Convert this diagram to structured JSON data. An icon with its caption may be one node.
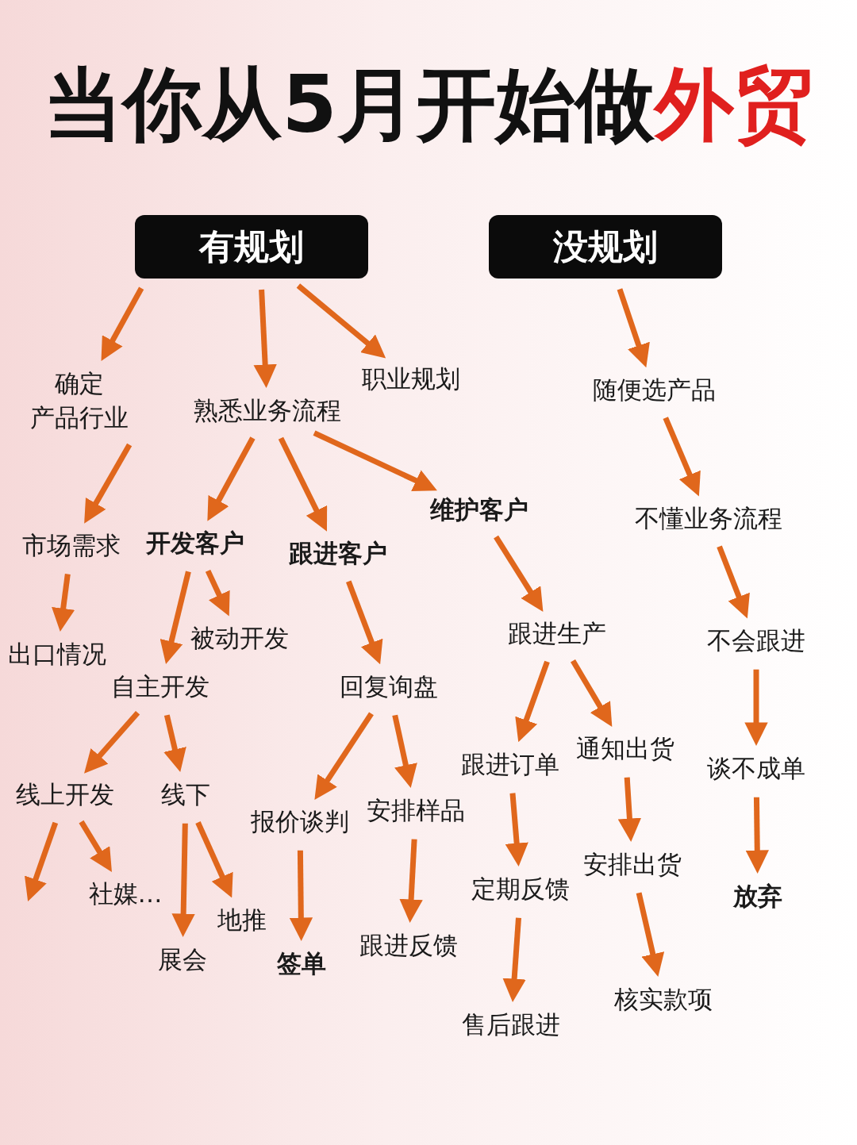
{
  "diagram": {
    "title": "当你从5月开始做外贸",
    "nodes": [
      {
        "text": [
          "有规划"
        ]
      },
      {
        "text": [
          "没规划"
        ]
      },
      {
        "text": [
          "确定产品行业"
        ]
      },
      {
        "text": [
          "熟悉业务流程"
        ]
      },
      {
        "text": [
          "职业规划"
        ]
      },
      {
        "text": [
          "随便选产品"
        ]
      },
      {
        "text": [
          "市场需求"
        ]
      },
      {
        "text": [
          "开发客户"
        ]
      },
      {
        "text": [
          "跟进客户"
        ]
      },
      {
        "text": [
          "维护客户"
        ]
      },
      {
        "text": [
          "不懂业务流程"
        ]
      },
      {
        "text": [
          "出口情况"
        ]
      },
      {
        "text": [
          "被动开发"
        ]
      },
      {
        "text": [
          "自主开发"
        ]
      },
      {
        "text": [
          "回复询盘"
        ]
      },
      {
        "text": [
          "跟进生产"
        ]
      },
      {
        "text": [
          "不会跟进"
        ]
      },
      {
        "text": [
          "线上开发"
        ]
      },
      {
        "text": [
          "线下"
        ]
      },
      {
        "text": [
          "报价谈判"
        ]
      },
      {
        "text": [
          "安排样品"
        ]
      },
      {
        "text": [
          "跟进订单"
        ]
      },
      {
        "text": [
          "通知出货"
        ]
      },
      {
        "text": [
          "谈不成单"
        ]
      },
      {
        "text": [
          "社媒…"
        ]
      },
      {
        "text": [
          "展会"
        ]
      },
      {
        "text": [
          "地推"
        ]
      },
      {
        "text": [
          "签单"
        ]
      },
      {
        "text": [
          "跟进反馈"
        ]
      },
      {
        "text": [
          "定期反馈"
        ]
      },
      {
        "text": [
          "安排出货"
        ]
      },
      {
        "text": [
          "放弃"
        ]
      },
      {
        "text": [
          "售后跟进"
        ]
      },
      {
        "text": [
          "核实款项"
        ]
      }
    ],
    "edges": [
      {
        "from": 0,
        "to": 2,
        "arrow": "to"
      },
      {
        "from": 0,
        "to": 3,
        "arrow": "to"
      },
      {
        "from": 0,
        "to": 4,
        "arrow": "to"
      },
      {
        "from": 1,
        "to": 5,
        "arrow": "to"
      },
      {
        "from": 2,
        "to": 6,
        "arrow": "to"
      },
      {
        "from": 3,
        "to": 7,
        "arrow": "to"
      },
      {
        "from": 3,
        "to": 8,
        "arrow": "to"
      },
      {
        "from": 3,
        "to": 9,
        "arrow": "to"
      },
      {
        "from": 5,
        "to": 10,
        "arrow": "to"
      },
      {
        "from": 6,
        "to": 11,
        "arrow": "to"
      },
      {
        "from": 7,
        "to": 13,
        "arrow": "to"
      },
      {
        "from": 7,
        "to": 12,
        "arrow": "to"
      },
      {
        "from": 8,
        "to": 14,
        "arrow": "to"
      },
      {
        "from": 9,
        "to": 15,
        "arrow": "to"
      },
      {
        "from": 10,
        "to": 16,
        "arrow": "to"
      },
      {
        "from": 13,
        "to": 17,
        "arrow": "to"
      },
      {
        "from": 13,
        "to": 18,
        "arrow": "to"
      },
      {
        "from": 14,
        "to": 19,
        "arrow": "to"
      },
      {
        "from": 14,
        "to": 20,
        "arrow": "to"
      },
      {
        "from": 15,
        "to": 21,
        "arrow": "to"
      },
      {
        "from": 15,
        "to": 22,
        "arrow": "to"
      },
      {
        "from": 16,
        "to": 23,
        "arrow": "to"
      },
      {
        "from": 17,
        "to": null,
        "arrow": "to"
      },
      {
        "from": 17,
        "to": 24,
        "arrow": "to"
      },
      {
        "from": 18,
        "to": 25,
        "arrow": "to"
      },
      {
        "from": 18,
        "to": 26,
        "arrow": "to"
      },
      {
        "from": 19,
        "to": 27,
        "arrow": "to"
      },
      {
        "from": 20,
        "to": 28,
        "arrow": "to"
      },
      {
        "from": 21,
        "to": 29,
        "arrow": "to"
      },
      {
        "from": 22,
        "to": 30,
        "arrow": "to"
      },
      {
        "from": 23,
        "to": 31,
        "arrow": "to"
      },
      {
        "from": 29,
        "to": 32,
        "arrow": "to"
      },
      {
        "from": 30,
        "to": 33,
        "arrow": "to"
      }
    ]
  }
}
